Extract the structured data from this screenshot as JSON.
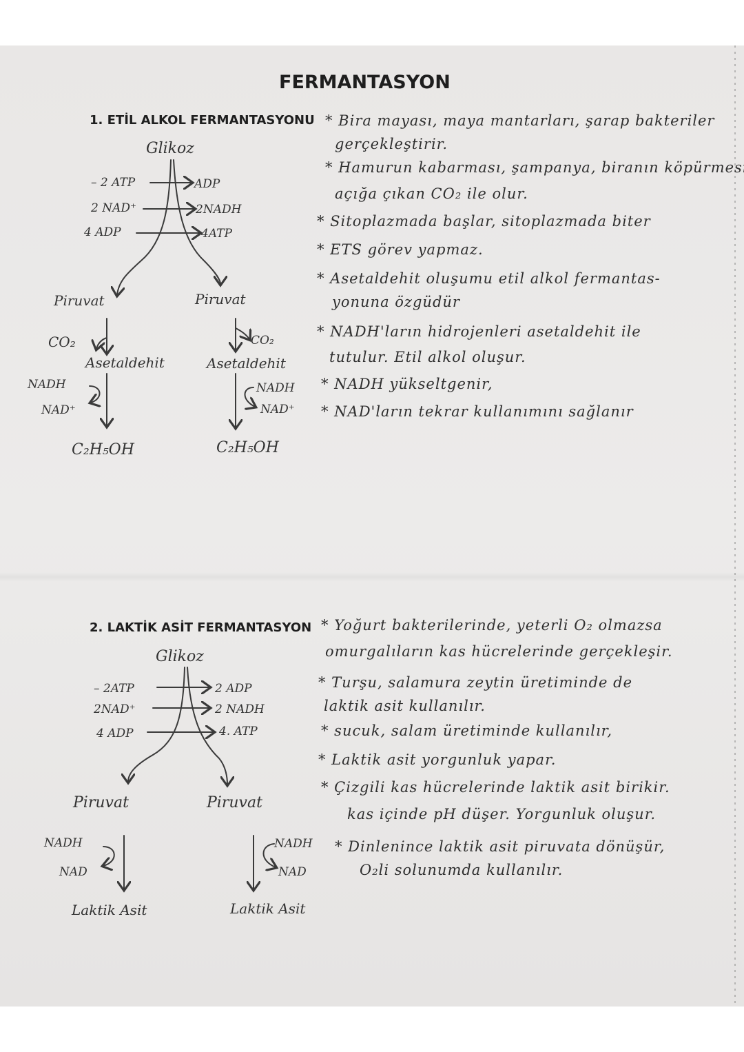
{
  "title": "FERMANTASYON",
  "section1": {
    "heading": "1. ETİL ALKOL FERMANTASYONU",
    "glucose": "Glikoz",
    "in_atp": "– 2 ATP",
    "out_adp": "ADP",
    "in_nad": "2 NAD⁺",
    "out_nadh": "2NADH",
    "in_adp": "4 ADP",
    "out_atp": "4ATP",
    "pyruvate_left": "Piruvat",
    "pyruvate_right": "Piruvat",
    "co2_left": "CO₂",
    "co2_right": "CO₂",
    "acetaldehyde_left": "Asetaldehit",
    "acetaldehyde_right": "Asetaldehit",
    "nadh_left": "NADH",
    "nad_left": "NAD⁺",
    "nadh_right": "NADH",
    "nad_right": "NAD⁺",
    "product_left": "C₂H₅OH",
    "product_right": "C₂H₅OH",
    "notes": [
      "* Bira mayası, maya mantarları, şarap bakteriler",
      "gerçekleştirir.",
      "* Hamurun kabarması, şampanya, biranın köpürmesi",
      "açığa çıkan CO₂ ile olur.",
      "* Sitoplazmada başlar, sitoplazmada biter",
      "* ETS görev yapmaz.",
      "* Asetaldehit oluşumu etil alkol fermantas-",
      "yonuna özgüdür",
      "* NADH'ların hidrojenleri asetaldehit ile",
      "tutulur. Etil alkol oluşur.",
      "* NADH yükseltgenir,",
      "* NAD'ların tekrar kullanımını sağlanır"
    ]
  },
  "section2": {
    "heading": "2. LAKTİK ASİT FERMANTASYON",
    "glucose": "Glikoz",
    "in_atp": "– 2ATP",
    "out_adp": "2 ADP",
    "in_nad": "2NAD⁺",
    "out_nadh": "2 NADH",
    "in_adp": "4 ADP",
    "out_atp": "4. ATP",
    "pyruvate_left": "Piruvat",
    "pyruvate_right": "Piruvat",
    "nadh_left": "NADH",
    "nad_left": "NAD",
    "nadh_right": "NADH",
    "nad_right": "NAD",
    "product_left": "Laktik Asit",
    "product_right": "Laktik Asit",
    "notes": [
      "* Yoğurt bakterilerinde, yeterli O₂ olmazsa",
      "omurgalıların kas hücrelerinde gerçekleşir.",
      "* Turşu, salamura zeytin üretiminde de",
      "laktik asit kullanılır.",
      "* sucuk, salam üretiminde kullanılır,",
      "* Laktik asit yorgunluk yapar.",
      "* Çizgili kas hücrelerinde laktik asit birikir.",
      "kas içinde pH düşer. Yorgunluk oluşur.",
      "* Dinlenince laktik asit piruvata dönüşür,",
      "O₂li solunumda kullanılır."
    ]
  }
}
